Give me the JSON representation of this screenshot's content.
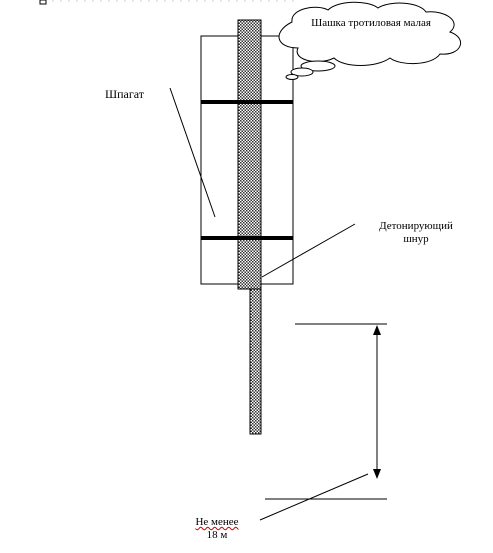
{
  "labels": {
    "charge": "Шашка тротиловая малая",
    "twine": "Шпагат",
    "cord_line1": "Детонирующий",
    "cord_line2": "шнур",
    "distance_line1": "Не менее",
    "distance_line2": "18 м"
  },
  "colors": {
    "ink": "#000000",
    "cord_fill": "#8c8c8c",
    "background": "#ffffff"
  }
}
